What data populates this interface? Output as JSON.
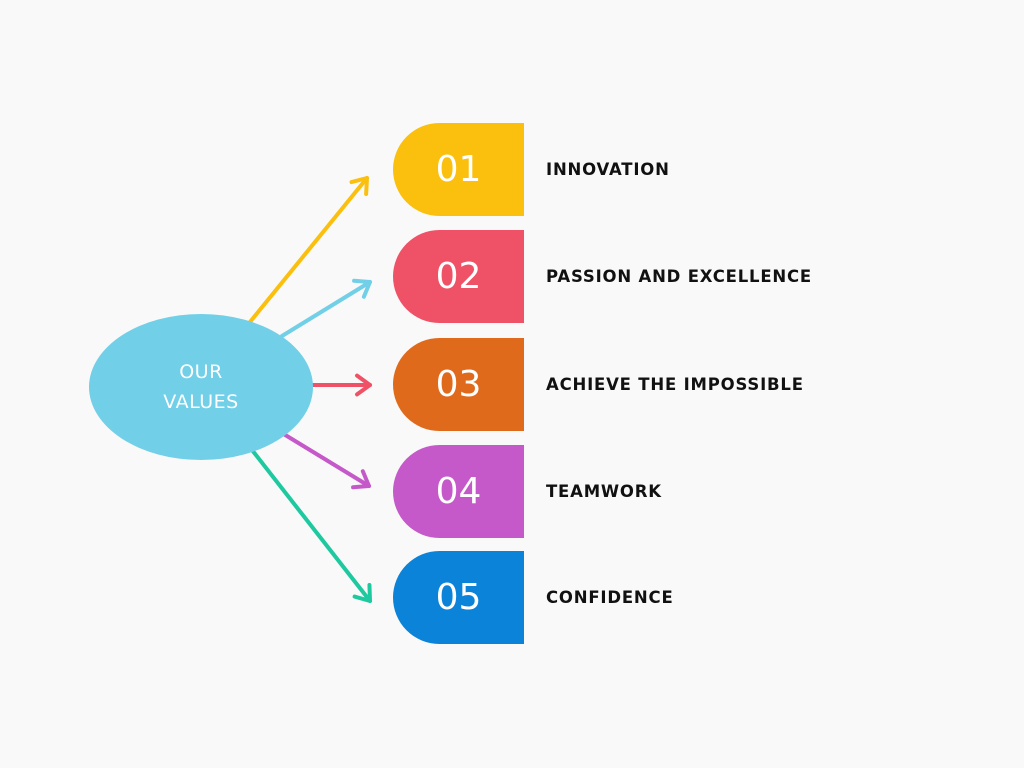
{
  "center": {
    "line1": "OUR",
    "line2": "VALUES",
    "color": "#72cfe8"
  },
  "values": [
    {
      "number": "01",
      "label": "INNOVATION",
      "color": "#fbbf0e"
    },
    {
      "number": "02",
      "label": "PASSION AND EXCELLENCE",
      "color": "#ef5267"
    },
    {
      "number": "03",
      "label": "ACHIEVE THE IMPOSSIBLE",
      "color": "#e06a1b"
    },
    {
      "number": "04",
      "label": "TEAMWORK",
      "color": "#c559c9"
    },
    {
      "number": "05",
      "label": "CONFIDENCE",
      "color": "#0a83d8"
    }
  ],
  "arrow_colors": [
    "#fbbf0e",
    "#72cfe8",
    "#ef5267",
    "#c559c9",
    "#1ec9a0"
  ]
}
